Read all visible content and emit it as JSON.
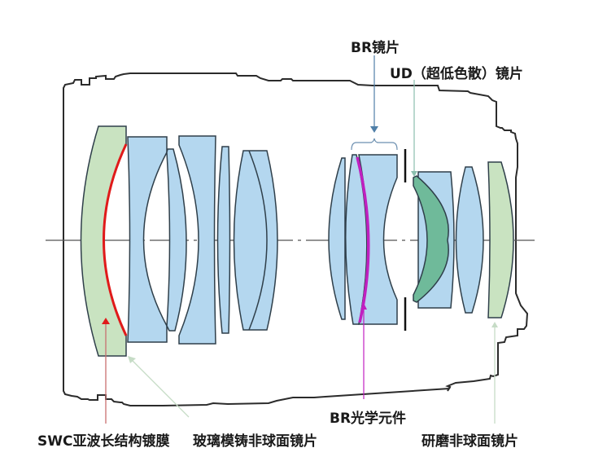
{
  "diagram": {
    "title": "Lens optical construction diagram",
    "colors": {
      "housing_stroke": "#2b2b2b",
      "lens_blue": "#b4d7ef",
      "lens_light_green": "#c9e3c1",
      "lens_ud_green": "#6fba9a",
      "lens_stroke": "#2f3f4a",
      "swc_coating": "#e01a1a",
      "br_element": "#c020c0",
      "axis": "#555555",
      "arrow_br": "#4f7fa8",
      "arrow_ud": "#8bbfae",
      "arrow_swc": "#c87070",
      "arrow_molded": "#c6dcc6",
      "arrow_ground": "#c6dcc6"
    }
  },
  "labels": {
    "br_lens": "BR镜片",
    "ud_lens": "UD（超低色散）镜片",
    "swc_coating": "SWC亚波长结构镀膜",
    "glass_molded_aspherical": "玻璃模铸非球面镜片",
    "br_optical_element": "BR光学元件",
    "ground_aspherical": "研磨非球面镜片"
  }
}
